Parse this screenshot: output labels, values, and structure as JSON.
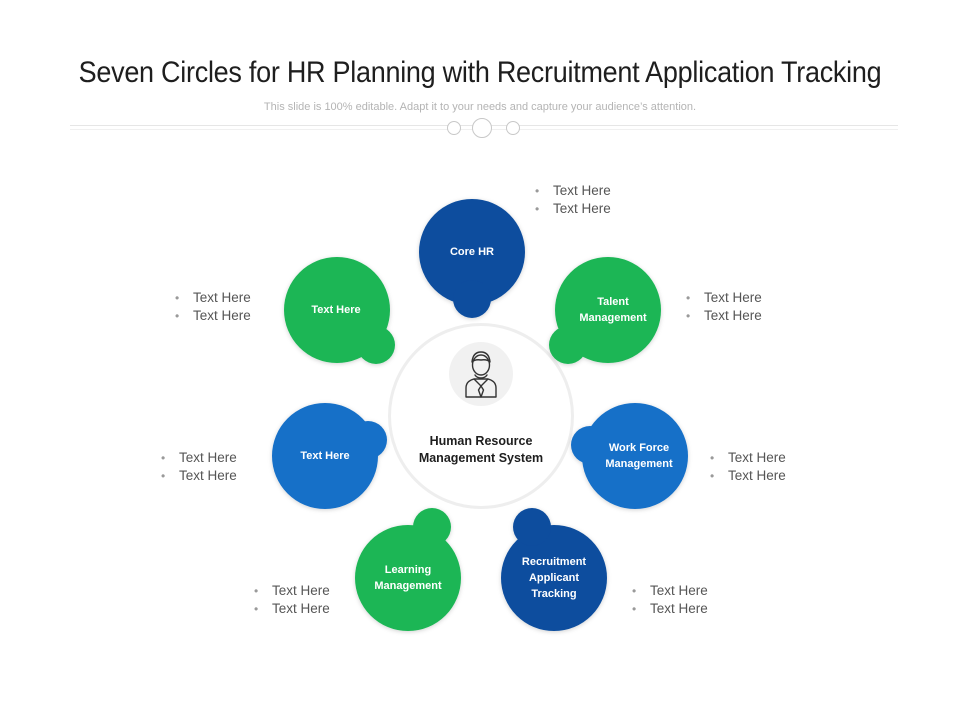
{
  "title": "Seven Circles for HR Planning with Recruitment Application Tracking",
  "subtitle": "This slide is 100% editable. Adapt it to your needs and capture your audience’s attention.",
  "colors": {
    "dark_blue": "#0A4D9E",
    "mid_blue": "#1770C8",
    "green": "#1BB655",
    "hub_ring": "#EEEEEE"
  },
  "hub": {
    "label_line1": "Human Resource",
    "label_line2": "Management System",
    "icon": "businessman-icon"
  },
  "nodes": [
    {
      "id": "core-hr",
      "line1": "Core HR",
      "line2": "",
      "line3": "",
      "color": "dark_blue",
      "bullets": [
        "Text Here",
        "Text Here"
      ]
    },
    {
      "id": "talent-management",
      "line1": "Talent",
      "line2": "Management",
      "line3": "",
      "color": "green",
      "bullets": [
        "Text Here",
        "Text Here"
      ]
    },
    {
      "id": "work-force-management",
      "line1": "Work Force",
      "line2": "Management",
      "line3": "",
      "color": "mid_blue",
      "bullets": [
        "Text Here",
        "Text Here"
      ]
    },
    {
      "id": "recruitment-applicant-tracking",
      "line1": "Recruitment",
      "line2": "Applicant",
      "line3": "Tracking",
      "color": "dark_blue",
      "bullets": [
        "Text Here",
        "Text Here"
      ]
    },
    {
      "id": "learning-management",
      "line1": "Learning",
      "line2": "Management",
      "line3": "",
      "color": "green",
      "bullets": [
        "Text Here",
        "Text Here"
      ]
    },
    {
      "id": "text-here-left",
      "line1": "Text Here",
      "line2": "",
      "line3": "",
      "color": "mid_blue",
      "bullets": [
        "Text Here",
        "Text Here"
      ]
    },
    {
      "id": "text-here-upper-left",
      "line1": "Text Here",
      "line2": "",
      "line3": "",
      "color": "green",
      "bullets": [
        "Text Here",
        "Text Here"
      ]
    }
  ]
}
